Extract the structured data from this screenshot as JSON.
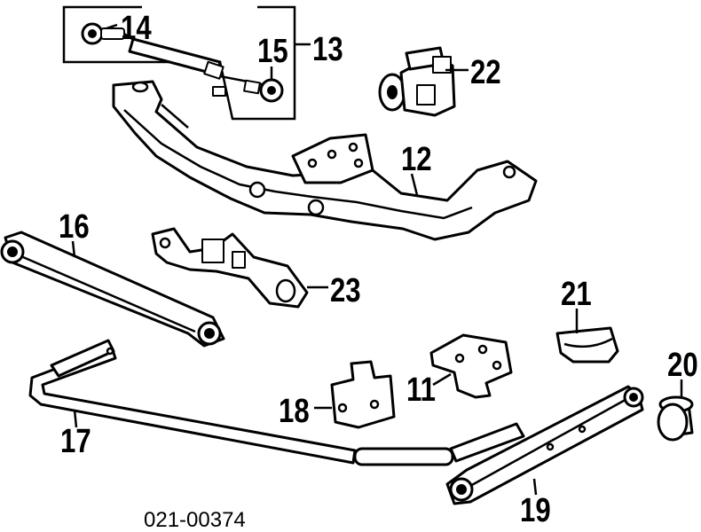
{
  "diagram": {
    "callouts": {
      "c11": "11",
      "c12": "12",
      "c13": "13",
      "c14": "14",
      "c15": "15",
      "c16": "16",
      "c17": "17",
      "c18": "18",
      "c19": "19",
      "c20": "20",
      "c21": "21",
      "c22": "22",
      "c23": "23"
    },
    "catalog_number": "021-00374",
    "colors": {
      "ink": "#000000",
      "paper": "#ffffff"
    }
  }
}
